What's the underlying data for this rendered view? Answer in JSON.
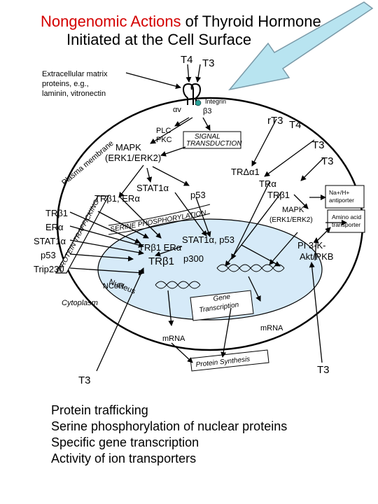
{
  "title": {
    "highlight": "Nongenomic Actions",
    "rest_line1": " of Thyroid Hormone",
    "line2": "Initiated at the Cell Surface"
  },
  "labels": {
    "t4_top": "T4",
    "t3_top": "T3",
    "ecm": "Extracellular matrix\nproteins, e.g.,\nlaminin, vitronectin",
    "integrin": "Integrin",
    "alpha_v": "αv",
    "beta3": "β3",
    "plc": "PLC",
    "pkc": "PKC",
    "signal": "SIGNAL",
    "transduction": "TRANSDUCTION",
    "mapk_left": "MAPK",
    "erk_left": "(ERK1/ERK2)",
    "plasma_membrane": "Plasma membrane",
    "rt3": "rT3",
    "t4_right": "T4",
    "t3_right1": "T3",
    "t3_right2": "T3",
    "tr_delta_a1": "TRΔα1",
    "tr_alpha": "TRα",
    "tr_beta1_right": "TRβ1",
    "na_h": "Na+/H+\nantiporter",
    "stat1a_top": "STAT1α",
    "trb1_era": "TRβ1, ERα",
    "p53_top": "p53",
    "protein_trafficking": "PROTEIN TRAFFICKING",
    "serine_phos": "SERINE PHOSPHORYLATION",
    "mapk_right": "MAPK",
    "erk_right": "(ERK1/ERK2)",
    "amino_acid": "Amino acid\ntransporter",
    "left_trb1": "TRβ1",
    "left_era": "ERα",
    "left_stat1a": "STAT1α",
    "left_p53": "p53",
    "left_trip230": "Trip230",
    "nuc_trb1_era": "TRβ1  ERα",
    "nuc_stat1a_p53": "STAT1α, p53",
    "pi3k": "PI 3-K-",
    "akt": "Akt/PKB",
    "nuc_trb1": "TRβ1",
    "p300": "p300",
    "ncor": "NCoR",
    "nucleus": "Nucleus",
    "cytoplasm": "Cytoplasm",
    "gene": "Gene",
    "transcription": "Transcription",
    "mrna_left": "mRNA",
    "mrna_right": "mRNA",
    "protein_synthesis": "Protein Synthesis",
    "t3_bottom_left": "T3",
    "t3_bottom_right": "T3"
  },
  "summary": [
    "Protein trafficking",
    "Serine phosphorylation of nuclear proteins",
    "Specific gene transcription",
    "Activity of ion transporters"
  ],
  "colors": {
    "title_highlight": "#d40000",
    "nucleus_fill": "#d6eaf8",
    "integrin_dot": "#2aa198",
    "big_arrow_fill": "#b8e4f0",
    "big_arrow_stroke": "#7a9aa8"
  }
}
